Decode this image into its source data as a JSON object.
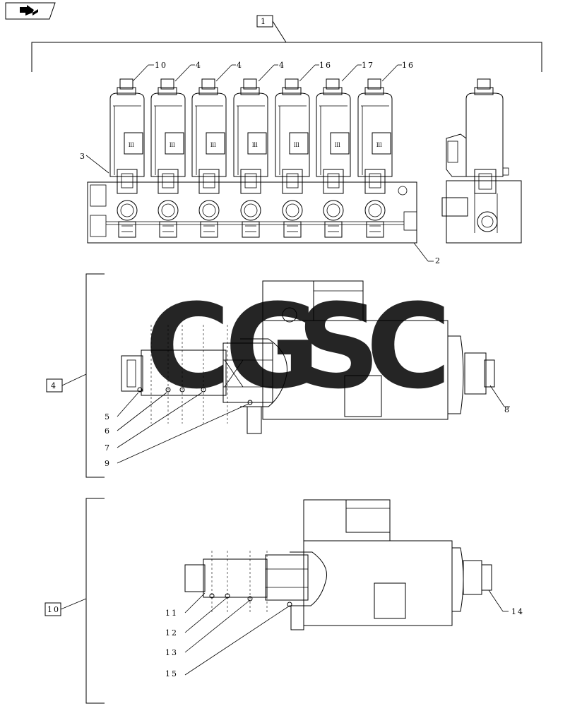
{
  "nav_icon": "return-arrow-icon",
  "callouts": {
    "assembly": "1",
    "block": "2",
    "fitting": "3",
    "valve_a": "4",
    "c5": "5",
    "c6": "6",
    "c7": "7",
    "c8": "8",
    "c9": "9",
    "valve_b": "10",
    "c11": "11",
    "c12": "12",
    "c13": "13",
    "c14": "14",
    "c15": "15",
    "top": [
      "10",
      "4",
      "4",
      "4",
      "16",
      "17",
      "16"
    ]
  },
  "watermark": {
    "letters": [
      "C",
      "G",
      "S",
      "C"
    ],
    "colors": [
      "#4a8ff0",
      "#f06e6e",
      "#f7d560",
      "#3aa876"
    ]
  }
}
